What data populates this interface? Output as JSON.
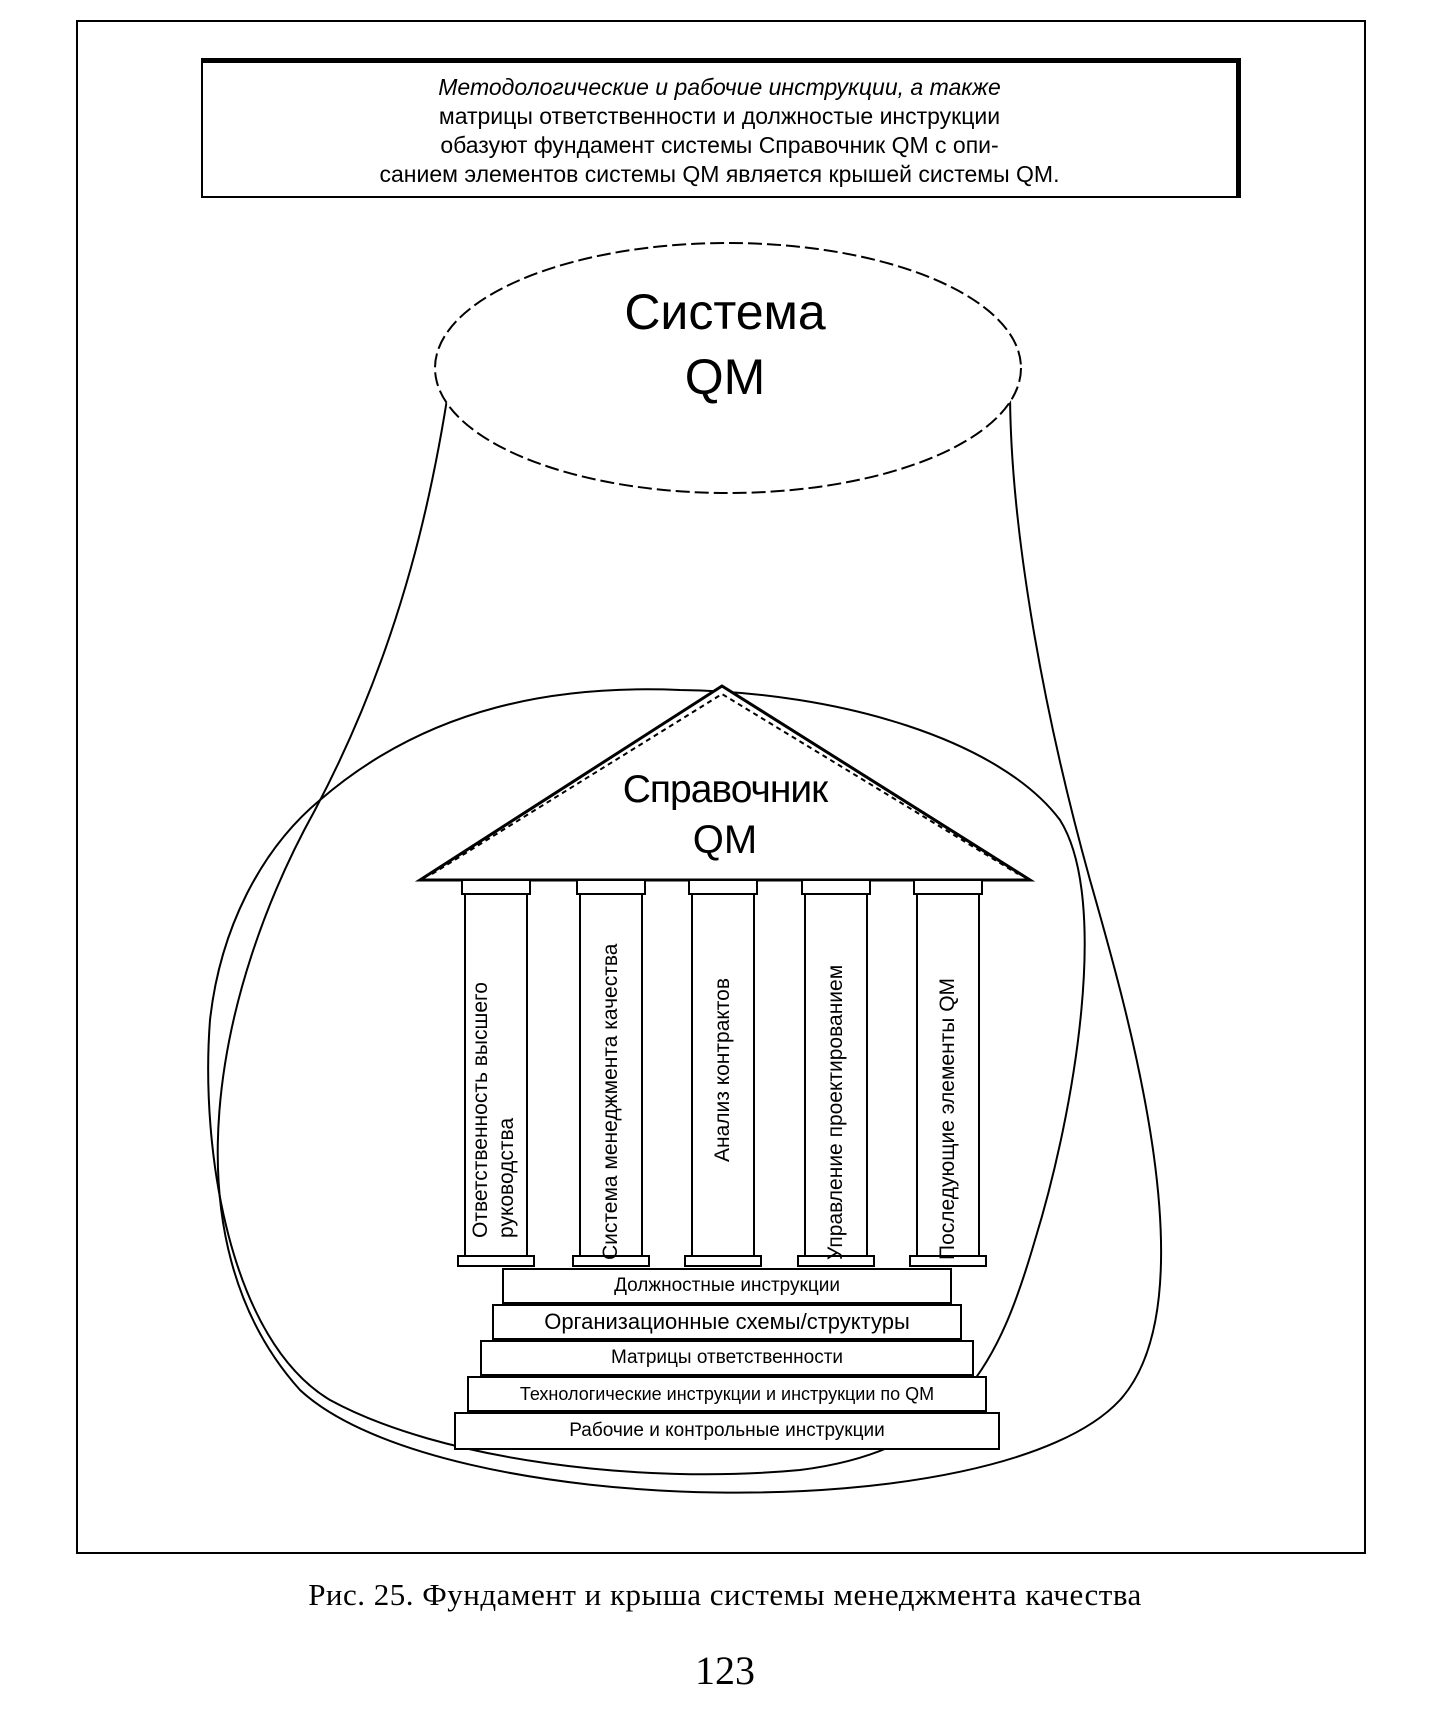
{
  "note": {
    "lines": [
      "Методологические и рабочие инструкции, а также",
      "матрицы ответственности и должностые инструкции",
      "обазуют фундамент системы  Справочник QM с опи-",
      "санием элементов системы  QM является крышей системы QM."
    ]
  },
  "system": {
    "title": "Система",
    "subtitle": "QM"
  },
  "handbook": {
    "title": "Справочник",
    "subtitle": "QM"
  },
  "columns": [
    {
      "line1": "Ответственность высшего",
      "line2": "руководства"
    },
    {
      "line1": "Система менеджмента качества",
      "line2": ""
    },
    {
      "line1": "Анализ контрактов",
      "line2": ""
    },
    {
      "line1": "Управление проектированием",
      "line2": ""
    },
    {
      "line1": "Последующие элементы QM",
      "line2": ""
    }
  ],
  "steps": [
    "Должностные инструкции",
    "Организационные схемы/структуры",
    "Матрицы ответственности",
    "Технологические инструкции и инструкции по QM",
    "Рабочие и контрольные инструкции"
  ],
  "caption": "Рис. 25. Фундамент и крыша системы менеджмента качества",
  "page_number": "123"
}
